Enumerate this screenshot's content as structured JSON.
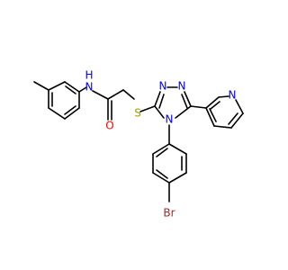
{
  "molecule": {
    "atoms": {
      "nitrogen_triazole_1": "N",
      "nitrogen_triazole_2": "N",
      "nitrogen_triazole_4": "N",
      "sulfur_linker": "S",
      "amide_oxygen": "O",
      "amide_nitrogen": "N",
      "amide_hydrogen": "H",
      "pyridine_nitrogen": "N",
      "bromine": "Br"
    },
    "colors": {
      "bond": "#000000",
      "nitrogen": "#0000ff",
      "oxygen": "#ff0000",
      "sulfur": "#a0a000",
      "bromine": "#a52a2a"
    }
  }
}
